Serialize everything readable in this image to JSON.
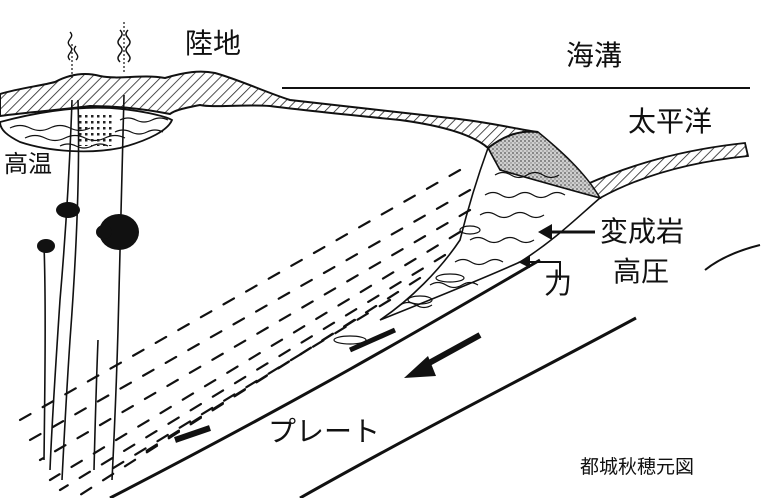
{
  "diagram": {
    "labels": {
      "land": "陸地",
      "trench": "海溝",
      "pacific": "太平洋",
      "high_temp": "高温",
      "metamorphic_rock": "変成岩",
      "high_pressure": "高圧",
      "force": "力",
      "plate": "プレート",
      "credit": "都城秋穂元図"
    }
  }
}
